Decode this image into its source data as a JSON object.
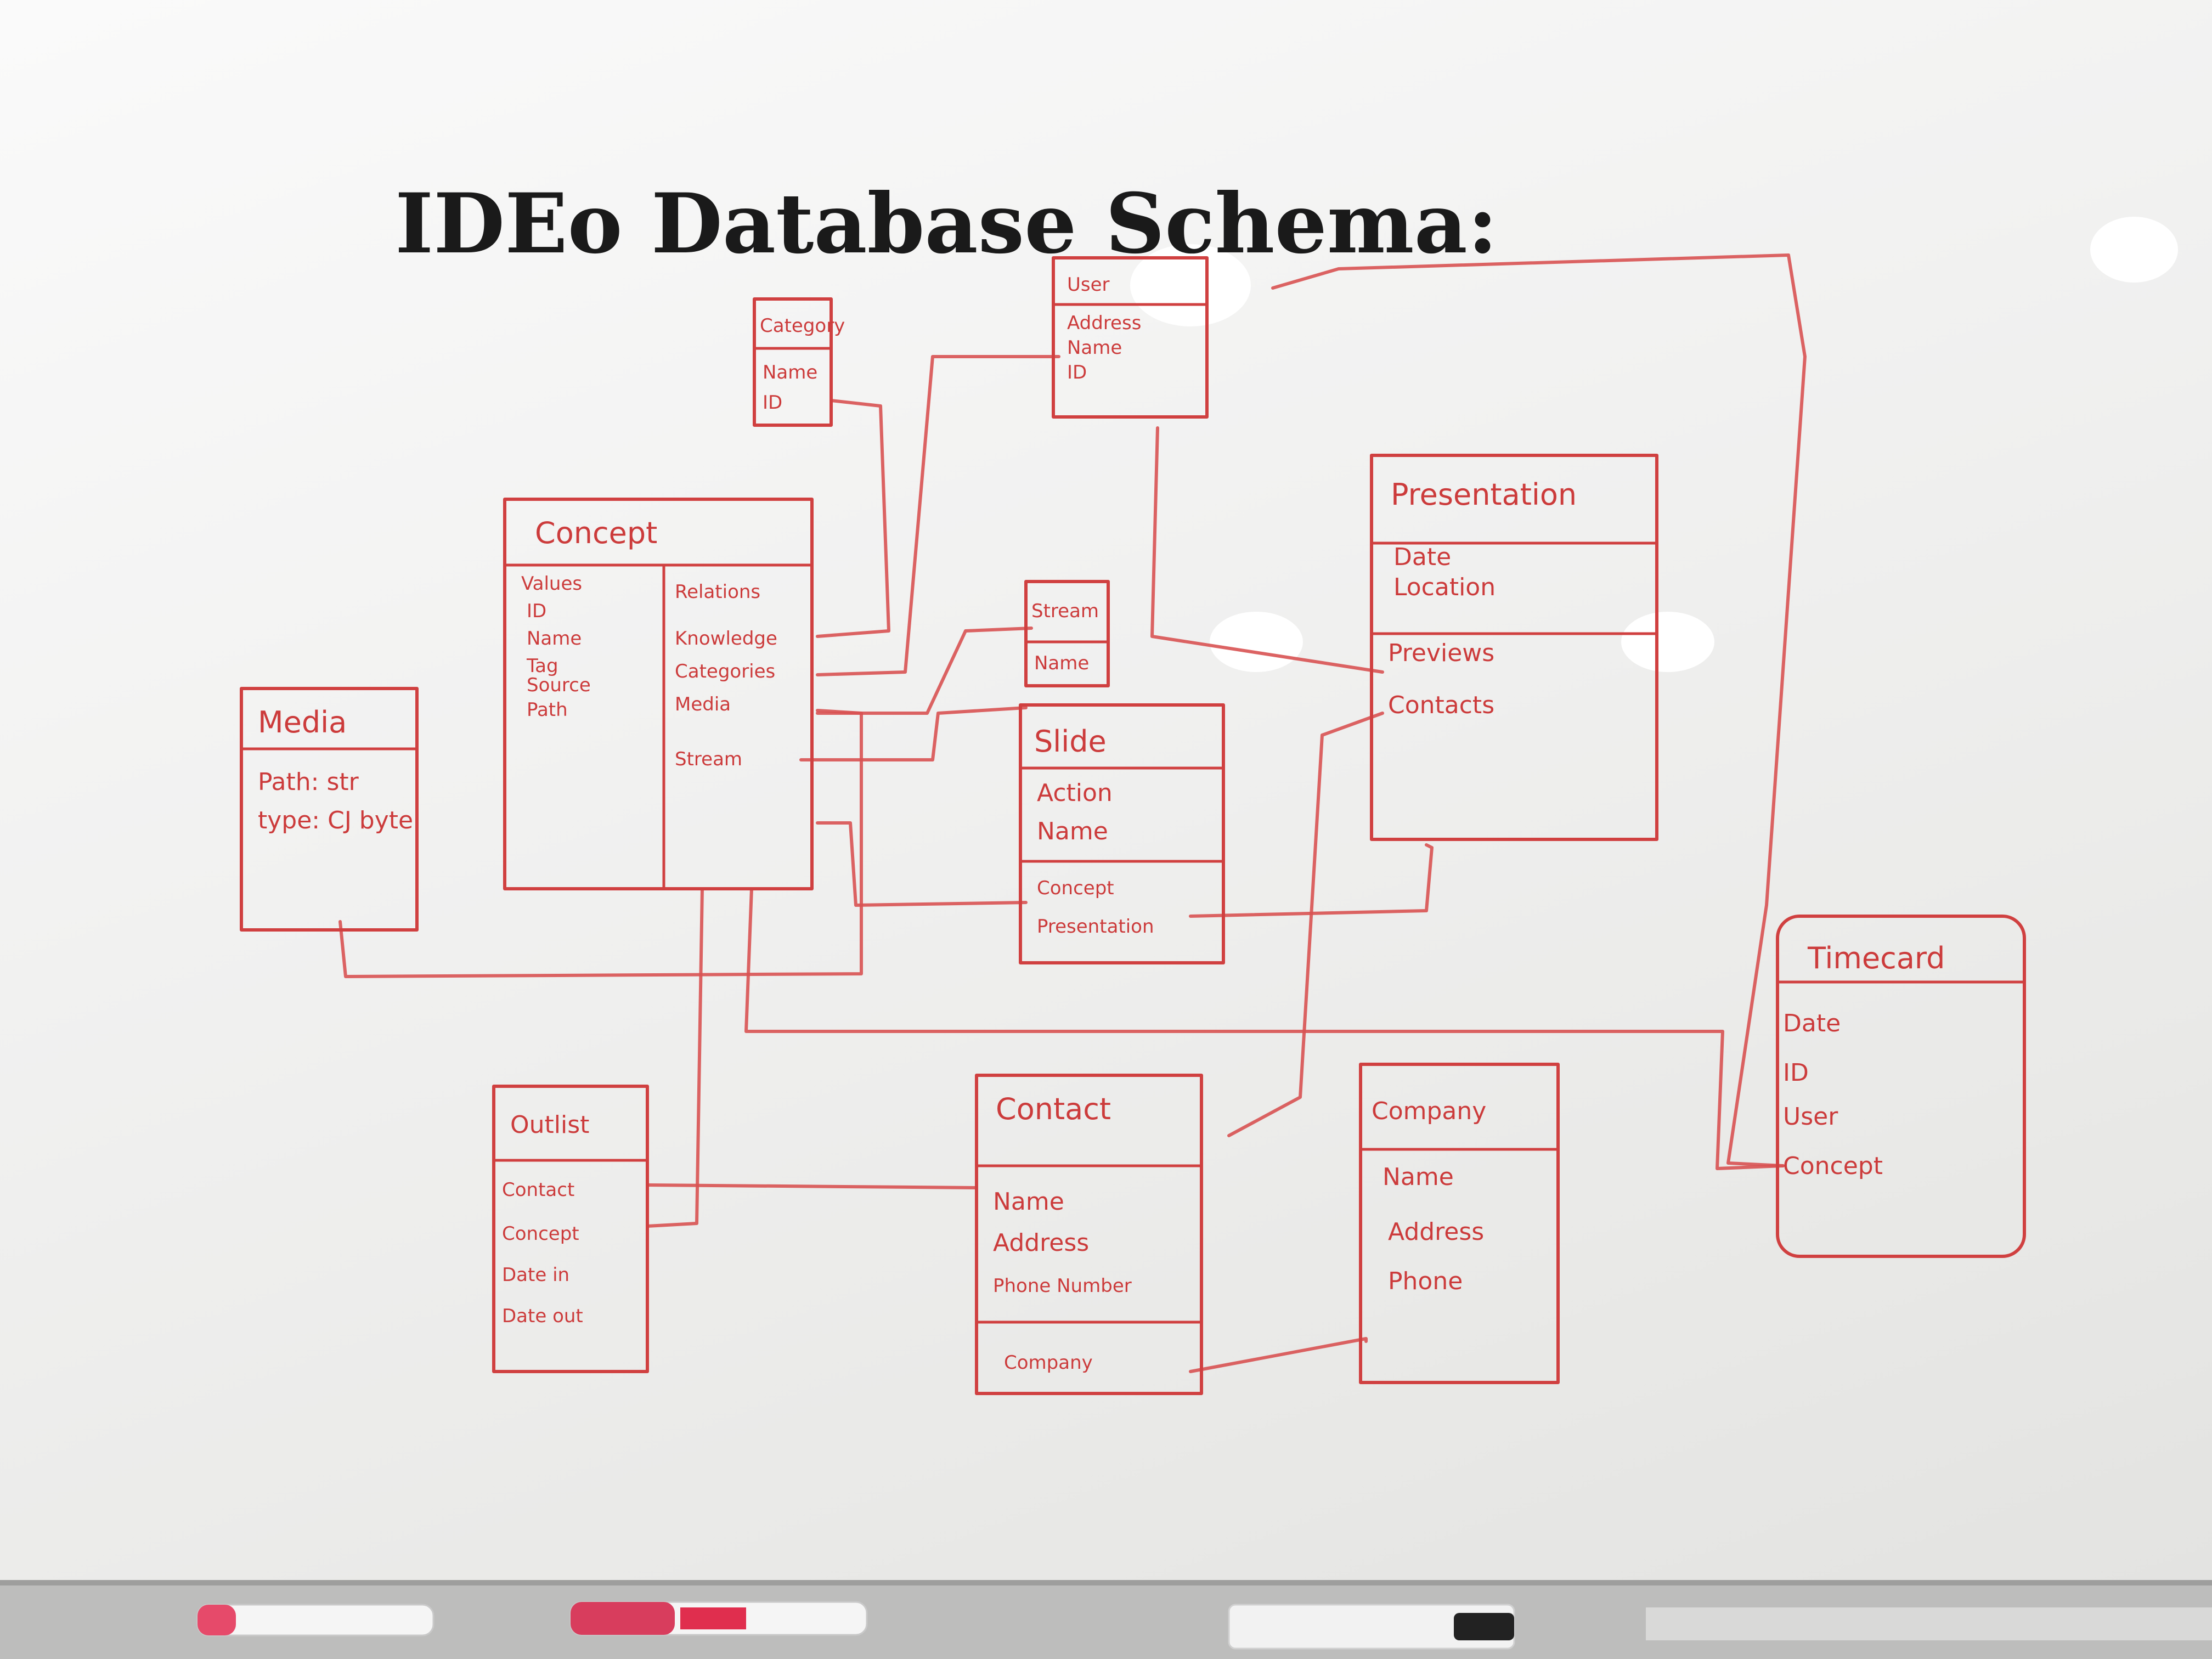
{
  "diagram": {
    "title": "IDEo Database Schema:",
    "tables": {
      "media": {
        "name": "Media",
        "fields": [
          "Path: str",
          "type: CJ byte"
        ]
      },
      "category": {
        "name": "Category",
        "fields": [
          "Name",
          "ID"
        ]
      },
      "user": {
        "name": "User",
        "fields": [
          "Address",
          "Name",
          "ID"
        ]
      },
      "concept": {
        "name": "Concept",
        "left_header": "Values",
        "left_fields": [
          "ID",
          "Name",
          "Tag",
          "Source",
          "Path"
        ],
        "right_header": "Relations",
        "right_fields": [
          "Knowledge",
          "Categories",
          "Media",
          "Stream"
        ]
      },
      "stream": {
        "name": "Stream",
        "fields": [
          "Name"
        ]
      },
      "slide": {
        "name": "Slide",
        "fields": [
          "Action",
          "Name"
        ],
        "relations": [
          "Concept",
          "Presentation"
        ]
      },
      "presentation": {
        "name": "Presentation",
        "fields": [
          "Date",
          "Location"
        ],
        "relations": [
          "Previews",
          "Contacts"
        ]
      },
      "timecard": {
        "name": "Timecard",
        "fields": [
          "Date",
          "ID",
          "User",
          "Concept"
        ]
      },
      "outlist": {
        "name": "Outlist",
        "fields": [
          "Contact",
          "Concept",
          "Date in",
          "Date out"
        ]
      },
      "contact": {
        "name": "Contact",
        "fields": [
          "Name",
          "Address",
          "Phone Number"
        ],
        "relations": [
          "Company"
        ]
      },
      "company": {
        "name": "Company",
        "fields": [
          "Name",
          "Address",
          "Phone"
        ]
      }
    }
  }
}
